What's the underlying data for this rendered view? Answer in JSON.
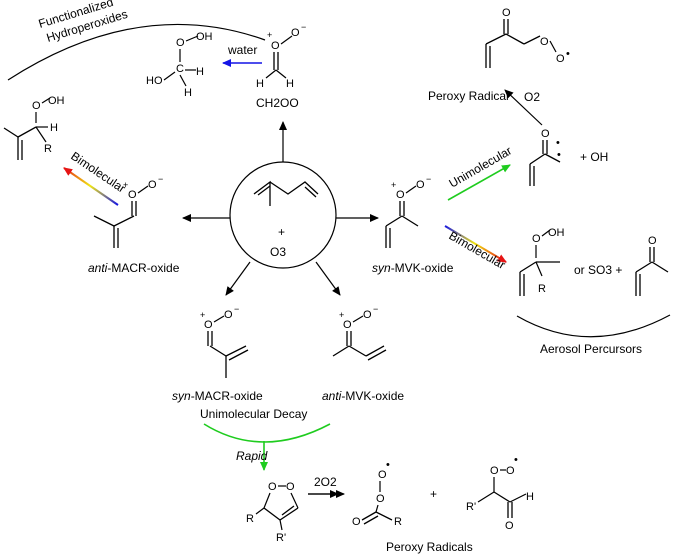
{
  "center": {
    "reactant": "+",
    "ozone": "O3"
  },
  "labels": {
    "functionalized_hydroperoxides": [
      "Functionalized",
      "Hydroperoxides"
    ],
    "water": "water",
    "ch2oo": "CH2OO",
    "peroxy_radical": "Peroxy Radical",
    "o2": "O2",
    "plus_oh": "+  OH",
    "unimolecular": "Unimolecular",
    "bimolecular_left": "Bimolecular",
    "bimolecular_right": "Bimolecular",
    "anti_macr_prefix": "anti",
    "anti_macr_suffix": "-MACR-oxide",
    "syn_mvk_prefix": "syn",
    "syn_mvk_suffix": "-MVK-oxide",
    "or_so3": "or  SO3  +",
    "aerosol_precursors": "Aerosol Percursors",
    "syn_macr_prefix": "syn",
    "syn_macr_suffix": "-MACR-oxide",
    "anti_mvk_prefix": "anti",
    "anti_mvk_suffix": "-MVK-oxide",
    "unimolecular_decay": "Unimolecular Decay",
    "rapid": "Rapid",
    "two_o2": "2O2",
    "plus": "+",
    "peroxy_radicals": "Peroxy Radicals"
  },
  "arrow_colors": {
    "green": "#1fcc1f",
    "blue": "#1414e6",
    "red": "#e61414",
    "yellow": "#f0e614"
  }
}
